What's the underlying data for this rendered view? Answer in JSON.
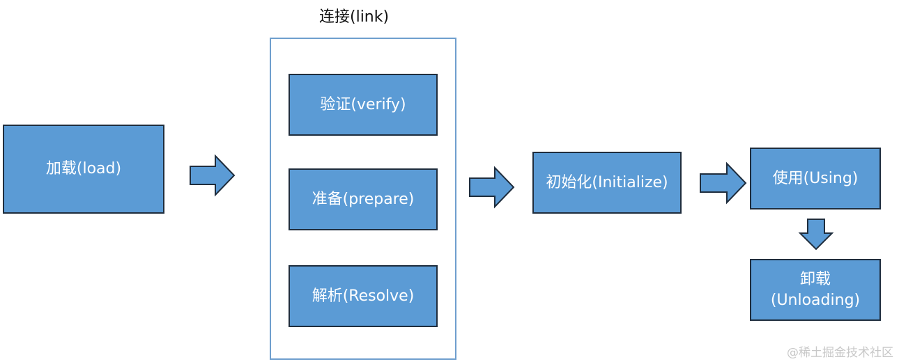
{
  "colors": {
    "box_fill": "#5b9bd5",
    "box_border": "#1f2d3d",
    "group_border": "#6f9fce"
  },
  "nodes": {
    "load": "加载(load)",
    "link_title": "连接(link)",
    "verify": "验证(verify)",
    "prepare": "准备(prepare)",
    "resolve": "解析(Resolve)",
    "initialize": "初始化(Initialize)",
    "using": "使用(Using)",
    "unloading_line1": "卸载",
    "unloading_line2": "(Unloading)"
  },
  "watermark": "@稀土掘金技术社区"
}
